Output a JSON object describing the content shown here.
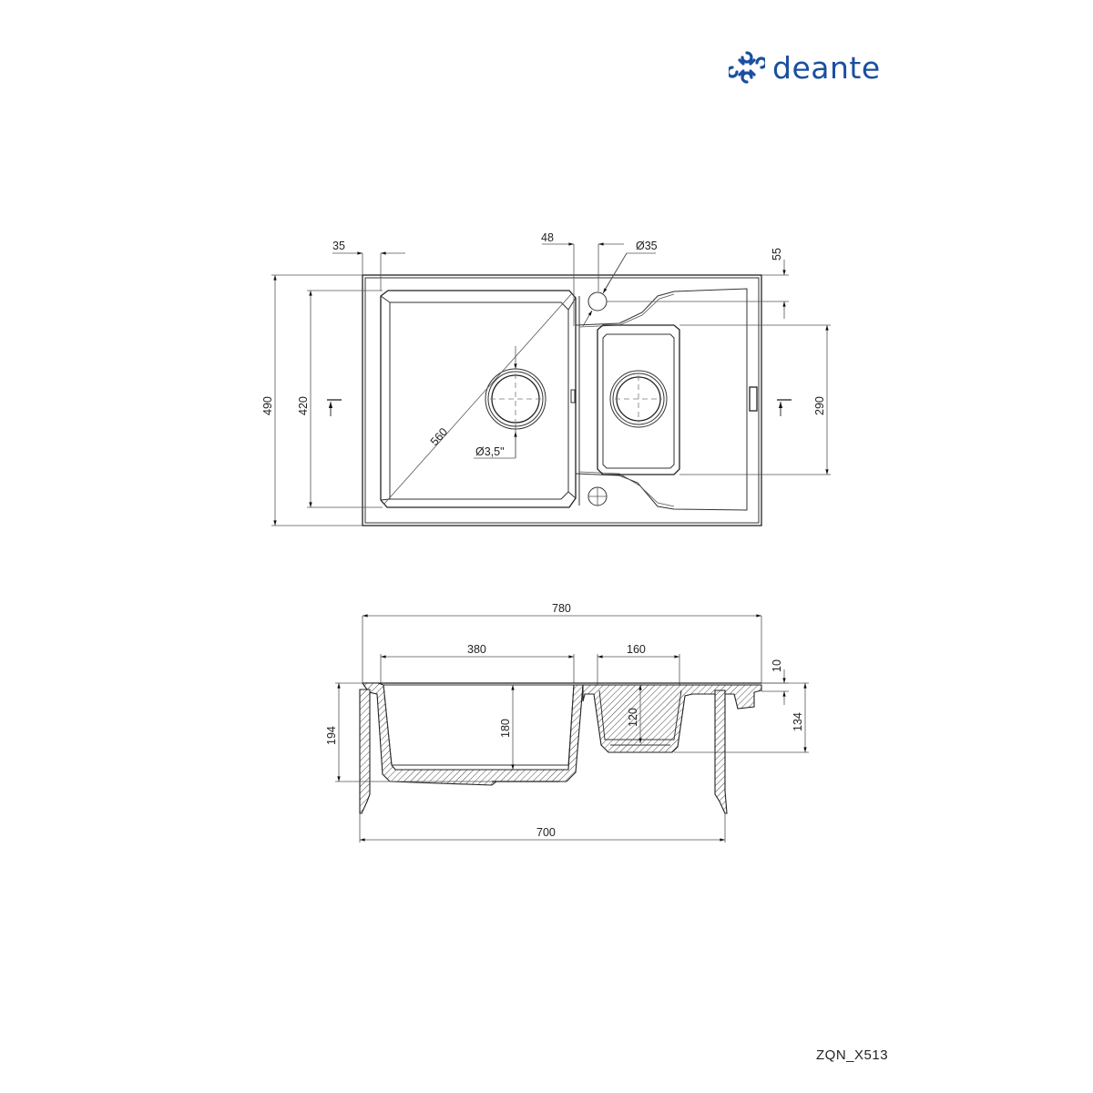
{
  "brand": {
    "name": "deante",
    "color": "#1a4fa0",
    "icon": "deante-logo-icon"
  },
  "product_code": "ZQN_X513",
  "top_view": {
    "dimensions": {
      "rim_offset": "35",
      "tap_hole_offset": "48",
      "tap_hole_diameter": "Ø35",
      "tap_hole_from_edge": "55",
      "overall_depth": "490",
      "main_bowl_depth": "420",
      "main_bowl_diagonal": "560",
      "drain_diameter": "Ø3,5\"",
      "small_bowl_depth": "290"
    }
  },
  "side_view": {
    "dimensions": {
      "overall_width": "780",
      "main_bowl_width": "380",
      "small_bowl_width": "160",
      "rim_thickness": "10",
      "overall_height": "194",
      "main_bowl_height": "180",
      "small_bowl_height": "120",
      "small_section_height": "134",
      "cabinet_width": "700"
    }
  }
}
